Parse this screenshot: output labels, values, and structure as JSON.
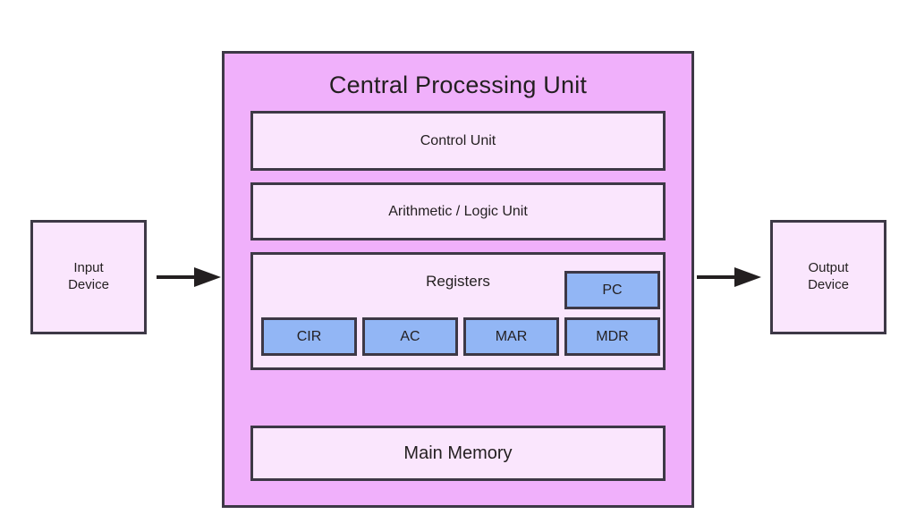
{
  "diagram": {
    "title": "Central Processing Unit",
    "colors": {
      "cpu_fill": "#f0b0fb",
      "unit_fill": "#fae6fd",
      "register_fill": "#92b6f5",
      "stroke": "#3d3846",
      "text": "#231f20",
      "background": "#ffffff"
    },
    "cpu": {
      "title": "Central Processing Unit",
      "units": [
        {
          "label": "Control Unit"
        },
        {
          "label": "Arithmetic / Logic Unit"
        }
      ],
      "registers": {
        "label": "Registers",
        "top_register": {
          "label": "PC"
        },
        "bottom_registers": [
          {
            "label": "CIR"
          },
          {
            "label": "AC"
          },
          {
            "label": "MAR"
          },
          {
            "label": "MDR"
          }
        ]
      },
      "memory": {
        "label": "Main Memory"
      }
    },
    "peripherals": {
      "input": {
        "line1": "Input",
        "line2": "Device"
      },
      "output": {
        "line1": "Output",
        "line2": "Device"
      }
    },
    "arrows": [
      {
        "name": "input-to-cpu",
        "direction": "right"
      },
      {
        "name": "cpu-to-output",
        "direction": "right"
      }
    ]
  }
}
